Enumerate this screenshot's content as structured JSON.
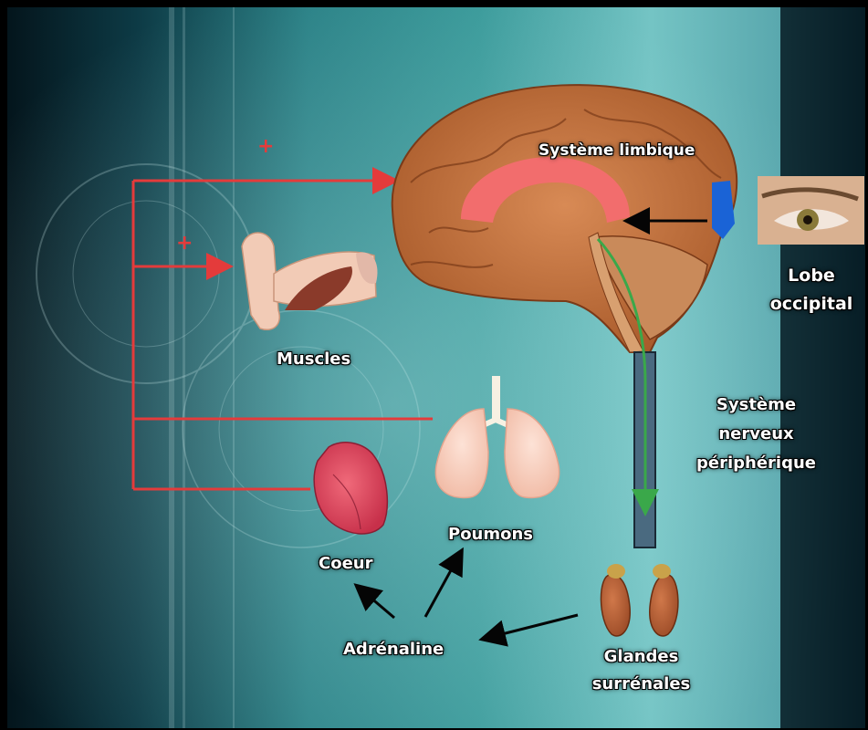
{
  "labels": {
    "systeme_limbique": "Système limbique",
    "lobe_occipital": "Lobe\noccipital",
    "muscles": "Muscles",
    "snp": "Système\nnerveux\npériphérique",
    "poumons": "Poumons",
    "coeur": "Coeur",
    "adrenaline": "Adrénaline",
    "glandes": "Glandes\nsurrénales"
  },
  "markers": {
    "plus1": "+",
    "plus2": "+"
  },
  "colors": {
    "accent_red": "#e43b3b",
    "nerve_green": "#3aa84a",
    "limbic_pink": "#f26d6d",
    "occipital_blue": "#1a63d6",
    "background_teal": "#2f8c8f"
  }
}
